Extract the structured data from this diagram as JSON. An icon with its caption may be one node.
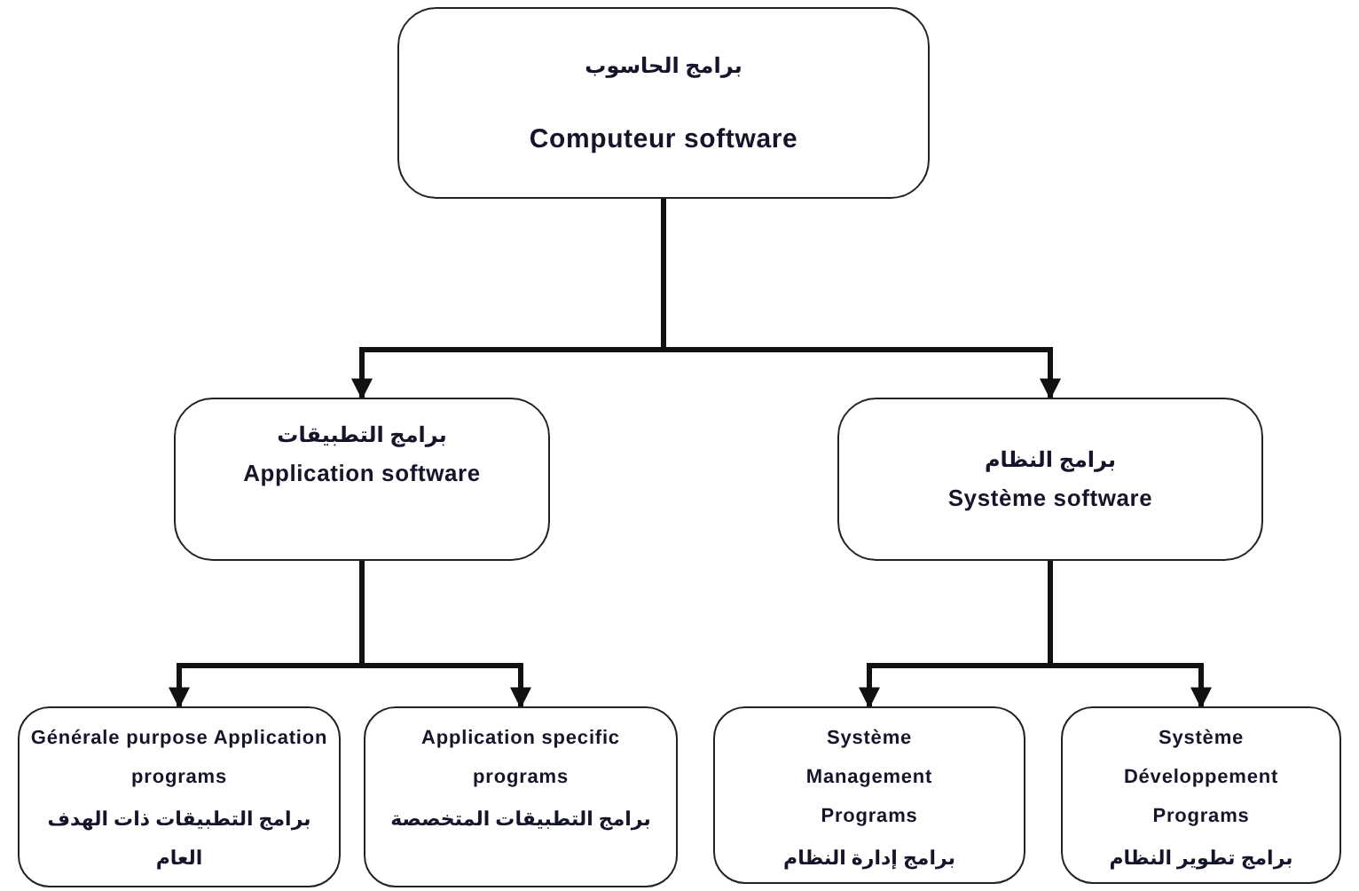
{
  "diagram": {
    "nodes": [
      {
        "text": [
          "برامج الحاسوب",
          "Computeur software"
        ]
      },
      {
        "text": [
          "برامج التطبيقات",
          "Application software"
        ]
      },
      {
        "text": [
          "برامج النظام",
          "Système software"
        ]
      },
      {
        "text": [
          "Générale purpose Application programs",
          "برامج التطبيقات ذات الهدف العام"
        ]
      },
      {
        "text": [
          "Application specific programs",
          "برامج التطبيقات المتخصصة"
        ]
      },
      {
        "text": [
          "Système Management Programs",
          "برامج إدارة النظام"
        ]
      },
      {
        "text": [
          "Système Développement Programs",
          "برامج تطوير النظام"
        ]
      }
    ],
    "edges": [
      {
        "from": 0,
        "to": 1,
        "arrow": "to"
      },
      {
        "from": 0,
        "to": 2,
        "arrow": "to"
      },
      {
        "from": 1,
        "to": 3,
        "arrow": "to"
      },
      {
        "from": 1,
        "to": 4,
        "arrow": "to"
      },
      {
        "from": 2,
        "to": 5,
        "arrow": "to"
      },
      {
        "from": 2,
        "to": 6,
        "arrow": "to"
      }
    ]
  }
}
